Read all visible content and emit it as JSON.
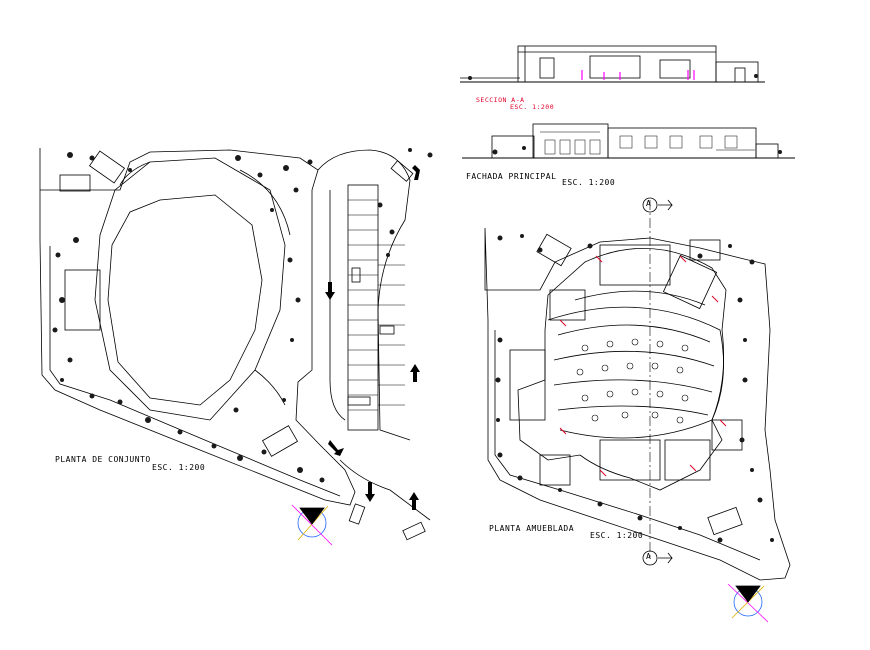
{
  "labels": {
    "site_plan_title": "PLANTA DE CONJUNTO",
    "site_plan_scale": "ESC. 1:200",
    "section_title": "SECCION A-A",
    "section_scale": "ESC. 1:200",
    "facade_title": "FACHADA PRINCIPAL",
    "facade_scale": "ESC. 1:200",
    "furnished_plan_title": "PLANTA AMUEBLADA",
    "furnished_plan_scale": "ESC. 1:200",
    "section_marker_letter_top": "A",
    "section_marker_letter_bottom": "A"
  },
  "colors": {
    "line": "#000000",
    "annotation_red": "#e0002a",
    "accent_magenta": "#ff00ff",
    "accent_blue": "#1e64ff",
    "accent_yellow": "#e0b000",
    "tree_fill": "#1a1a1a"
  }
}
